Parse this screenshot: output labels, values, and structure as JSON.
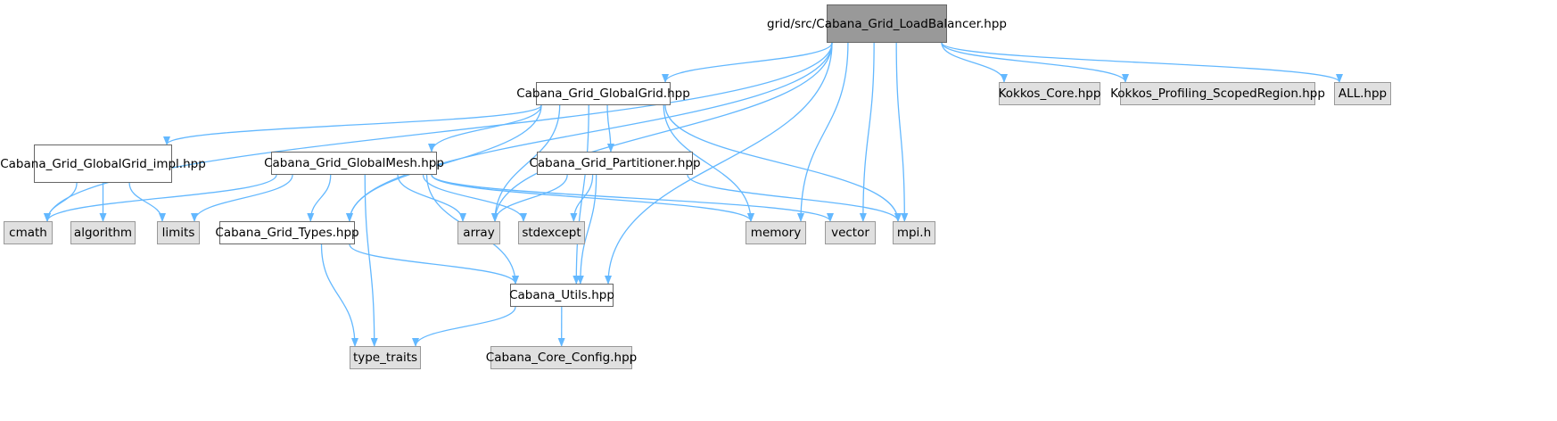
{
  "graph": {
    "edge_color": "#63b8ff",
    "root_fill": "#999999",
    "internal_fill": "#ffffff",
    "external_fill": "#e0e0e0",
    "nodes": {
      "root": {
        "lines": [
          "grid/src/Cabana_Grid",
          "_LoadBalancer.hpp"
        ],
        "kind": "root"
      },
      "globalgrid": {
        "lines": [
          "Cabana_Grid_GlobalGrid.hpp"
        ],
        "kind": "internal"
      },
      "kokkos_core": {
        "lines": [
          "Kokkos_Core.hpp"
        ],
        "kind": "external"
      },
      "kokkos_prof": {
        "lines": [
          "Kokkos_Profiling_ScopedRegion.hpp"
        ],
        "kind": "external"
      },
      "all": {
        "lines": [
          "ALL.hpp"
        ],
        "kind": "external"
      },
      "globalgrid_impl": {
        "lines": [
          "Cabana_Grid_GlobalGrid",
          "_impl.hpp"
        ],
        "kind": "internal"
      },
      "globalmesh": {
        "lines": [
          "Cabana_Grid_GlobalMesh.hpp"
        ],
        "kind": "internal"
      },
      "partitioner": {
        "lines": [
          "Cabana_Grid_Partitioner.hpp"
        ],
        "kind": "internal"
      },
      "cmath": {
        "lines": [
          "cmath"
        ],
        "kind": "external"
      },
      "algorithm": {
        "lines": [
          "algorithm"
        ],
        "kind": "external"
      },
      "limits": {
        "lines": [
          "limits"
        ],
        "kind": "external"
      },
      "types": {
        "lines": [
          "Cabana_Grid_Types.hpp"
        ],
        "kind": "internal"
      },
      "array": {
        "lines": [
          "array"
        ],
        "kind": "external"
      },
      "stdexcept": {
        "lines": [
          "stdexcept"
        ],
        "kind": "external"
      },
      "memory": {
        "lines": [
          "memory"
        ],
        "kind": "external"
      },
      "vector": {
        "lines": [
          "vector"
        ],
        "kind": "external"
      },
      "mpi": {
        "lines": [
          "mpi.h"
        ],
        "kind": "external"
      },
      "utils": {
        "lines": [
          "Cabana_Utils.hpp"
        ],
        "kind": "internal"
      },
      "type_traits": {
        "lines": [
          "type_traits"
        ],
        "kind": "external"
      },
      "core_config": {
        "lines": [
          "Cabana_Core_Config.hpp"
        ],
        "kind": "external"
      }
    },
    "edges": [
      [
        "root",
        "globalgrid"
      ],
      [
        "root",
        "kokkos_core"
      ],
      [
        "root",
        "kokkos_prof"
      ],
      [
        "root",
        "all"
      ],
      [
        "root",
        "cmath"
      ],
      [
        "root",
        "types"
      ],
      [
        "root",
        "array"
      ],
      [
        "root",
        "memory"
      ],
      [
        "root",
        "vector"
      ],
      [
        "root",
        "mpi"
      ],
      [
        "root",
        "utils"
      ],
      [
        "globalgrid",
        "globalgrid_impl"
      ],
      [
        "globalgrid",
        "globalmesh"
      ],
      [
        "globalgrid",
        "partitioner"
      ],
      [
        "globalgrid",
        "types"
      ],
      [
        "globalgrid",
        "array"
      ],
      [
        "globalgrid",
        "memory"
      ],
      [
        "globalgrid",
        "mpi"
      ],
      [
        "globalgrid",
        "utils"
      ],
      [
        "globalgrid_impl",
        "cmath"
      ],
      [
        "globalgrid_impl",
        "algorithm"
      ],
      [
        "globalgrid_impl",
        "limits"
      ],
      [
        "globalmesh",
        "cmath"
      ],
      [
        "globalmesh",
        "limits"
      ],
      [
        "globalmesh",
        "types"
      ],
      [
        "globalmesh",
        "array"
      ],
      [
        "globalmesh",
        "stdexcept"
      ],
      [
        "globalmesh",
        "memory"
      ],
      [
        "globalmesh",
        "vector"
      ],
      [
        "globalmesh",
        "utils"
      ],
      [
        "globalmesh",
        "type_traits"
      ],
      [
        "partitioner",
        "array"
      ],
      [
        "partitioner",
        "stdexcept"
      ],
      [
        "partitioner",
        "mpi"
      ],
      [
        "partitioner",
        "utils"
      ],
      [
        "types",
        "utils"
      ],
      [
        "types",
        "type_traits"
      ],
      [
        "utils",
        "type_traits"
      ],
      [
        "utils",
        "core_config"
      ]
    ]
  }
}
